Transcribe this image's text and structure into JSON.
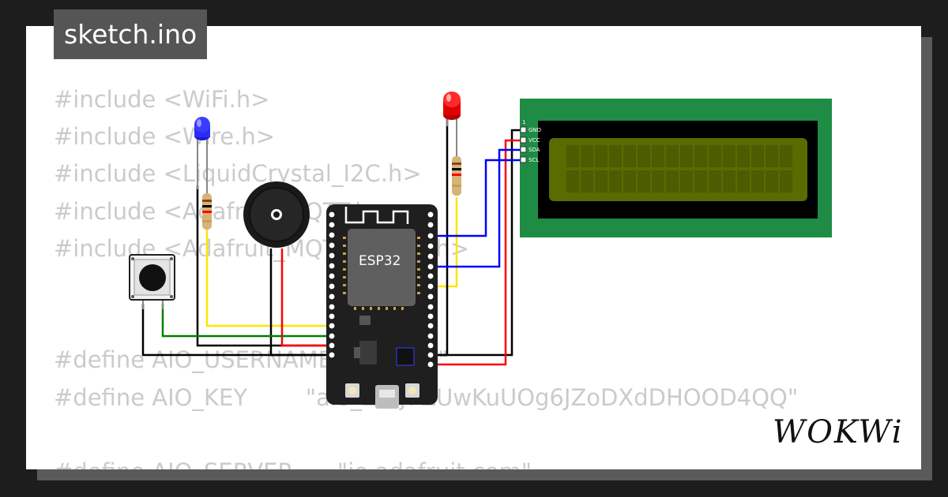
{
  "file_tab": {
    "name": "sketch.ino"
  },
  "code_lines": [
    "#include <WiFi.h>",
    "#include <Wire.h>",
    "#include <LiquidCrystal_I2C.h>",
    "#include <Adafruit_MQTT.h>",
    "#include <Adafruit_MQTT_Client.h>",
    "",
    "",
    "#define AIO_USERNAME    \"...246\"",
    "#define AIO_KEY        \"aio_Z...j7ZUwKuUOg6JZoDXdDHOOD4QQ\"",
    "",
    "#define AIO_SERVER      \"io.adafruit.com\""
  ],
  "board": {
    "label": "ESP32"
  },
  "lcd": {
    "pins": [
      "GND",
      "VCC",
      "SDA",
      "SCL"
    ],
    "pin1_marker": "1"
  },
  "brand": {
    "name": "WOKWi"
  },
  "colors": {
    "background": "#1d1d1d",
    "card": "#ffffff",
    "code_text": "#cbcbcb",
    "tab_bg": "#555555",
    "lcd_board": "#1e8c45",
    "lcd_screen": "#5a6b00",
    "board": "#1f1f1f",
    "wire_yellow": "#ffe500",
    "wire_red": "#ff0000",
    "wire_blue": "#0000ff",
    "wire_green": "#008000",
    "wire_black": "#000000"
  }
}
